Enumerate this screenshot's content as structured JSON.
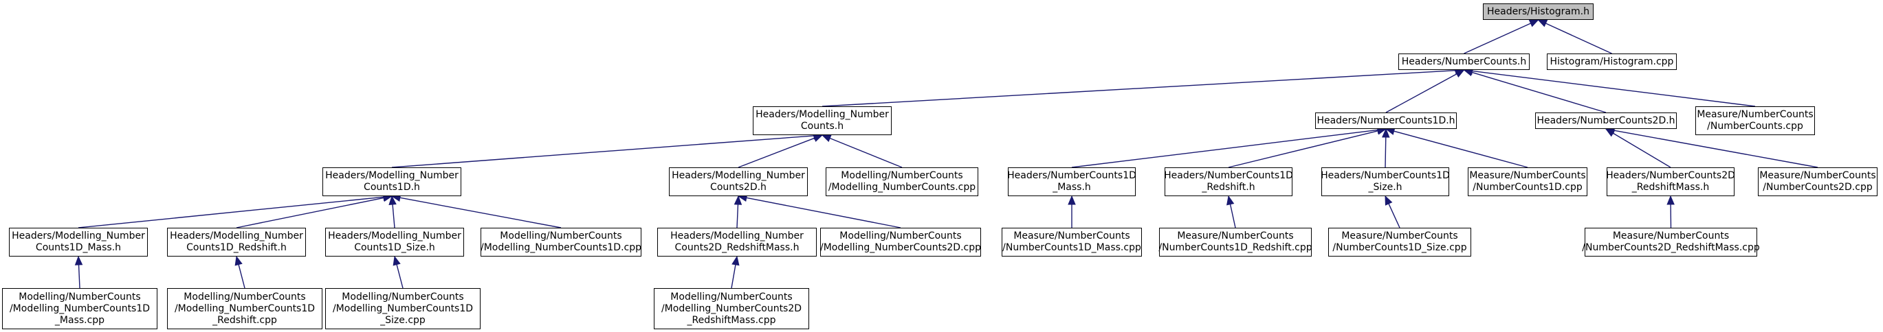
{
  "colors": {
    "edge": "#191970",
    "root_fill": "#bfbfbf",
    "node_fill": "#ffffff",
    "border": "#000000"
  },
  "nodes": {
    "histogram_h": [
      "Headers/Histogram.h"
    ],
    "numbercounts_h": [
      "Headers/NumberCounts.h"
    ],
    "histogram_cpp": [
      "Histogram/Histogram.cpp"
    ],
    "mod_nc_h": [
      "Headers/Modelling_Number",
      "Counts.h"
    ],
    "nc1d_h": [
      "Headers/NumberCounts1D.h"
    ],
    "nc2d_h": [
      "Headers/NumberCounts2D.h"
    ],
    "meas_nc_cpp": [
      "Measure/NumberCounts",
      "/NumberCounts.cpp"
    ],
    "mod_nc1d_h": [
      "Headers/Modelling_Number",
      "Counts1D.h"
    ],
    "mod_nc2d_h": [
      "Headers/Modelling_Number",
      "Counts2D.h"
    ],
    "mod_nc_cpp": [
      "Modelling/NumberCounts",
      "/Modelling_NumberCounts.cpp"
    ],
    "nc1d_mass_h": [
      "Headers/NumberCounts1D",
      "_Mass.h"
    ],
    "nc1d_red_h": [
      "Headers/NumberCounts1D",
      "_Redshift.h"
    ],
    "nc1d_size_h": [
      "Headers/NumberCounts1D",
      "_Size.h"
    ],
    "meas_nc1d_cpp": [
      "Measure/NumberCounts",
      "/NumberCounts1D.cpp"
    ],
    "nc2d_redmass_h": [
      "Headers/NumberCounts2D",
      "_RedshiftMass.h"
    ],
    "meas_nc2d_cpp": [
      "Measure/NumberCounts",
      "/NumberCounts2D.cpp"
    ],
    "mod_nc1d_mass_h": [
      "Headers/Modelling_Number",
      "Counts1D_Mass.h"
    ],
    "mod_nc1d_red_h": [
      "Headers/Modelling_Number",
      "Counts1D_Redshift.h"
    ],
    "mod_nc1d_size_h": [
      "Headers/Modelling_Number",
      "Counts1D_Size.h"
    ],
    "mod_nc1d_cpp": [
      "Modelling/NumberCounts",
      "/Modelling_NumberCounts1D.cpp"
    ],
    "mod_nc2d_redmass_h": [
      "Headers/Modelling_Number",
      "Counts2D_RedshiftMass.h"
    ],
    "mod_nc2d_cpp": [
      "Modelling/NumberCounts",
      "/Modelling_NumberCounts2D.cpp"
    ],
    "meas_nc1d_mass_cpp": [
      "Measure/NumberCounts",
      "/NumberCounts1D_Mass.cpp"
    ],
    "meas_nc1d_red_cpp": [
      "Measure/NumberCounts",
      "/NumberCounts1D_Redshift.cpp"
    ],
    "meas_nc1d_size_cpp": [
      "Measure/NumberCounts",
      "/NumberCounts1D_Size.cpp"
    ],
    "meas_nc2d_redmass_cpp": [
      "Measure/NumberCounts",
      "/NumberCounts2D_RedshiftMass.cpp"
    ],
    "mod_nc1d_mass_cpp": [
      "Modelling/NumberCounts",
      "/Modelling_NumberCounts1D",
      "_Mass.cpp"
    ],
    "mod_nc1d_red_cpp": [
      "Modelling/NumberCounts",
      "/Modelling_NumberCounts1D",
      "_Redshift.cpp"
    ],
    "mod_nc1d_size_cpp": [
      "Modelling/NumberCounts",
      "/Modelling_NumberCounts1D",
      "_Size.cpp"
    ],
    "mod_nc2d_redmass_cpp": [
      "Modelling/NumberCounts",
      "/Modelling_NumberCounts2D",
      "_RedshiftMass.cpp"
    ]
  },
  "edges": [
    [
      "histogram_h",
      "numbercounts_h"
    ],
    [
      "histogram_h",
      "histogram_cpp"
    ],
    [
      "numbercounts_h",
      "mod_nc_h"
    ],
    [
      "numbercounts_h",
      "nc1d_h"
    ],
    [
      "numbercounts_h",
      "nc2d_h"
    ],
    [
      "numbercounts_h",
      "meas_nc_cpp"
    ],
    [
      "mod_nc_h",
      "mod_nc1d_h"
    ],
    [
      "mod_nc_h",
      "mod_nc2d_h"
    ],
    [
      "mod_nc_h",
      "mod_nc_cpp"
    ],
    [
      "nc1d_h",
      "nc1d_mass_h"
    ],
    [
      "nc1d_h",
      "nc1d_red_h"
    ],
    [
      "nc1d_h",
      "nc1d_size_h"
    ],
    [
      "nc1d_h",
      "meas_nc1d_cpp"
    ],
    [
      "nc2d_h",
      "nc2d_redmass_h"
    ],
    [
      "nc2d_h",
      "meas_nc2d_cpp"
    ],
    [
      "mod_nc1d_h",
      "mod_nc1d_mass_h"
    ],
    [
      "mod_nc1d_h",
      "mod_nc1d_red_h"
    ],
    [
      "mod_nc1d_h",
      "mod_nc1d_size_h"
    ],
    [
      "mod_nc1d_h",
      "mod_nc1d_cpp"
    ],
    [
      "mod_nc2d_h",
      "mod_nc2d_redmass_h"
    ],
    [
      "mod_nc2d_h",
      "mod_nc2d_cpp"
    ],
    [
      "nc1d_mass_h",
      "meas_nc1d_mass_cpp"
    ],
    [
      "nc1d_red_h",
      "meas_nc1d_red_cpp"
    ],
    [
      "nc1d_size_h",
      "meas_nc1d_size_cpp"
    ],
    [
      "nc2d_redmass_h",
      "meas_nc2d_redmass_cpp"
    ],
    [
      "mod_nc1d_mass_h",
      "mod_nc1d_mass_cpp"
    ],
    [
      "mod_nc1d_size_h",
      "mod_nc1d_size_cpp"
    ],
    [
      "mod_nc1d_red_h",
      "mod_nc1d_red_cpp"
    ],
    [
      "mod_nc2d_redmass_h",
      "mod_nc2d_redmass_cpp"
    ]
  ]
}
